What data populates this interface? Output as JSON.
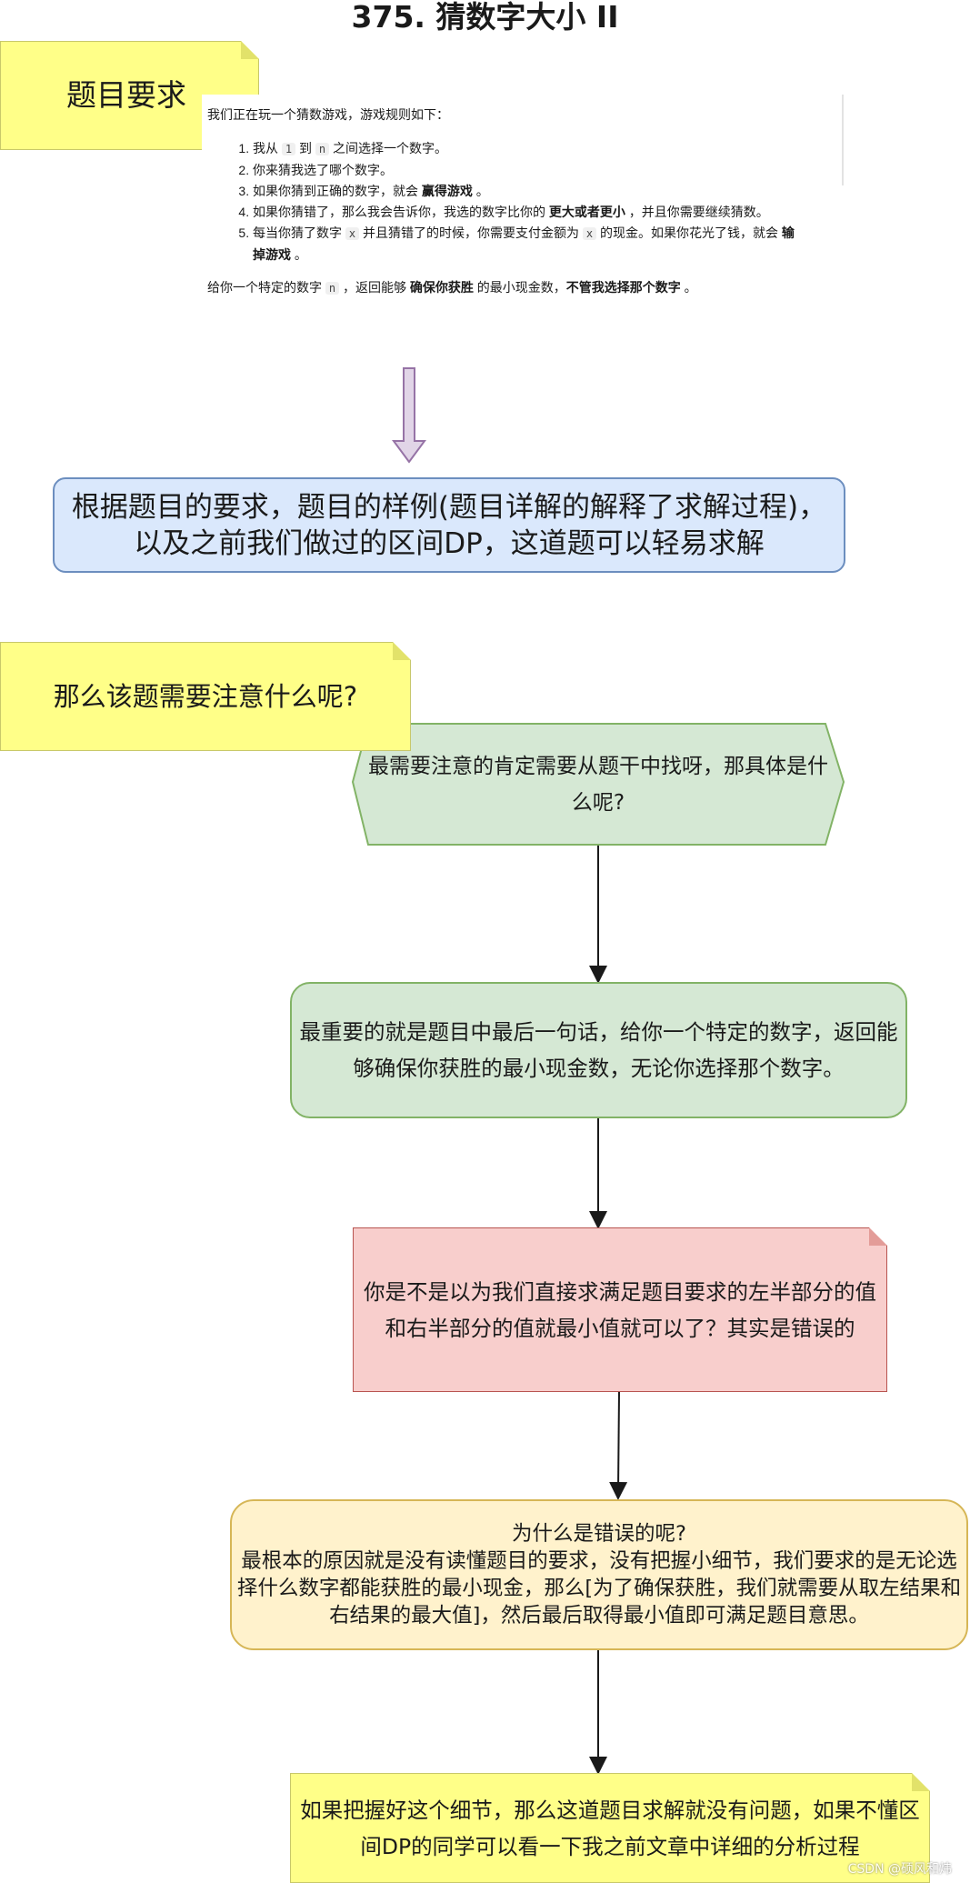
{
  "title": "375. 猜数字大小 II",
  "requirement_note": {
    "label": "题目要求"
  },
  "problem": {
    "intro": "我们正在玩一个猜数游戏，游戏规则如下：",
    "rules": [
      {
        "parts": [
          "我从 ",
          "1",
          " 到 ",
          "n",
          " 之间选择一个数字。"
        ]
      },
      {
        "text": "你来猜我选了哪个数字。"
      },
      {
        "pre": "如果你猜到正确的数字，就会 ",
        "bold": "赢得游戏",
        "post": " 。"
      },
      {
        "pre": "如果你猜错了，那么我会告诉你，我选的数字比你的 ",
        "bold": "更大或者更小",
        "post": " ，并且你需要继续猜数。"
      },
      {
        "pre1": "每当你猜了数字 ",
        "code1": "x",
        "mid": " 并且猜错了的时候，你需要支付金额为 ",
        "code2": "x",
        "pre2": " 的现金。如果你花光了钱，就会 ",
        "bold": "输掉游戏",
        "post": " 。"
      }
    ],
    "summary": {
      "pre": "给你一个特定的数字 ",
      "code": "n",
      "mid": " ，返回能够 ",
      "bold1": "确保你获胜",
      "mid2": " 的最小现金数，",
      "bold2": "不管我选择那个数字",
      "post": " 。"
    }
  },
  "blue_box": "根据题目的要求，题目的样例(题目详解的解释了求解过程)，以及之前我们做过的区间DP，这道题可以轻易求解",
  "question_note": "那么该题需要注意什么呢?",
  "hexagon": "最需要注意的肯定需要从题干中找呀，那具体是什么呢?",
  "green_box": "最重要的就是题目中最后一句话，给你一个特定的数字，返回能够确保你获胜的最小现金数，无论你选择那个数字。",
  "pink_note": "你是不是以为我们直接求满足题目要求的左半部分的值和右半部分的值就最小值就可以了？其实是错误的",
  "orange_box": {
    "line1": "为什么是错误的呢?",
    "line2": "最根本的原因就是没有读懂题目的要求，没有把握小细节，我们要求的是无论选择什么数字都能获胜的最小现金，那么[为了确保获胜，我们就需要从取左结果和右结果的最大值]，然后最后取得最小值即可满足题目意思。"
  },
  "final_note": "如果把握好这个细节，那么这道题目求解就没有问题，如果不懂区间DP的同学可以看一下我之前文章中详细的分析过程",
  "watermark": "CSDN @硕风和炜",
  "colors": {
    "yellow_note": "#ffff88",
    "blue_fill": "#dae8fc",
    "blue_stroke": "#6c8ebf",
    "green_fill": "#d5e8d4",
    "green_stroke": "#82b366",
    "pink_fill": "#f8cecc",
    "pink_stroke": "#b85450",
    "orange_fill": "#fff2cc",
    "orange_stroke": "#d6b656",
    "purple_arrow": "#e1d5e7"
  }
}
